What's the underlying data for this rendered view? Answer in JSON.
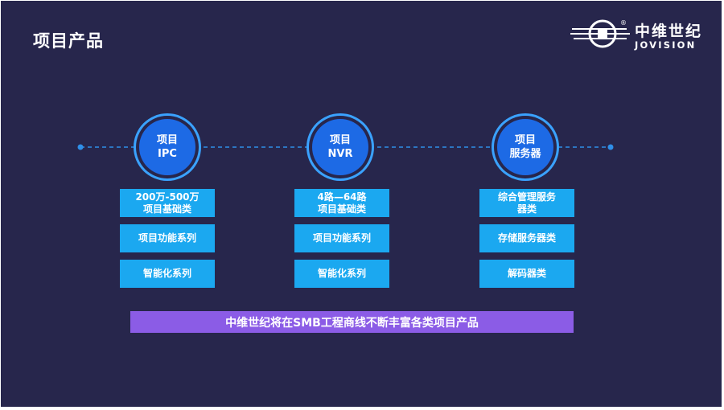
{
  "slide": {
    "title": "项目产品",
    "logo": {
      "name_cn": "中维世纪",
      "name_en": "JOVISION",
      "icon": "jovision-logo-icon"
    },
    "columns": [
      {
        "node": {
          "line1": "项目",
          "line2": "IPC"
        },
        "boxes": [
          {
            "line1": "200万-500万",
            "line2": "项目基础类"
          },
          {
            "line1": "项目功能系列",
            "line2": ""
          },
          {
            "line1": "智能化系列",
            "line2": ""
          }
        ]
      },
      {
        "node": {
          "line1": "项目",
          "line2": "NVR"
        },
        "boxes": [
          {
            "line1": "4路—64路",
            "line2": "项目基础类"
          },
          {
            "line1": "项目功能系列",
            "line2": ""
          },
          {
            "line1": "智能化系列",
            "line2": ""
          }
        ]
      },
      {
        "node": {
          "line1": "项目",
          "line2": "服务器"
        },
        "boxes": [
          {
            "line1": "综合管理服务",
            "line2": "器类"
          },
          {
            "line1": "存储服务器类",
            "line2": ""
          },
          {
            "line1": "解码器类",
            "line2": ""
          }
        ]
      }
    ],
    "banner": "中维世纪将在SMB工程商线不断丰富各类项目产品",
    "colors": {
      "background": "#27264c",
      "node": "#1d6ae5",
      "node_ring": "#3aa2ff",
      "box": "#1ba8f0",
      "banner": "#8b5ce6",
      "timeline": "#2f8fe8"
    }
  }
}
